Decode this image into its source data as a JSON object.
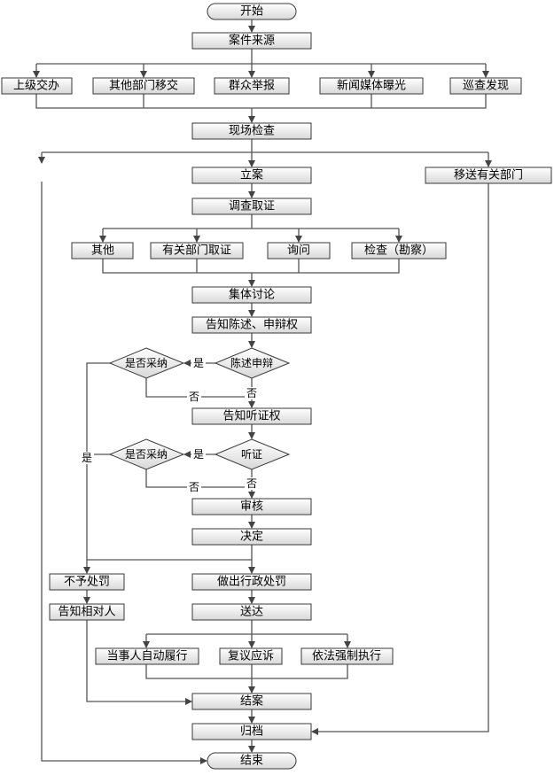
{
  "nodes": {
    "start": "开始",
    "source": "案件来源",
    "src1": "上级交办",
    "src2": "其他部门移交",
    "src3": "群众举报",
    "src4": "新闻媒体曝光",
    "src5": "巡查发现",
    "inspect": "现场检查",
    "file_case": "立案",
    "transfer": "移送有关部门",
    "investigate": "调查取证",
    "ev1": "其他",
    "ev2": "有关部门取证",
    "ev3": "询问",
    "ev4": "检查（勘察）",
    "discuss": "集体讨论",
    "notify_defense": "告知陈述、申辩权",
    "defense": "陈述申辩",
    "adopt1": "是否采纳",
    "notify_hearing": "告知听证权",
    "hearing": "听证",
    "adopt2": "是否采纳",
    "review": "审核",
    "decide": "决定",
    "no_penalty": "不予处罚",
    "penalty": "做出行政处罚",
    "notify_party": "告知相对人",
    "deliver": "送达",
    "ex1": "当事人自动履行",
    "ex2": "复议应诉",
    "ex3": "依法强制执行",
    "close": "结案",
    "archive": "归档",
    "end": "结束"
  },
  "edge_labels": {
    "yes": "是",
    "no": "否"
  }
}
